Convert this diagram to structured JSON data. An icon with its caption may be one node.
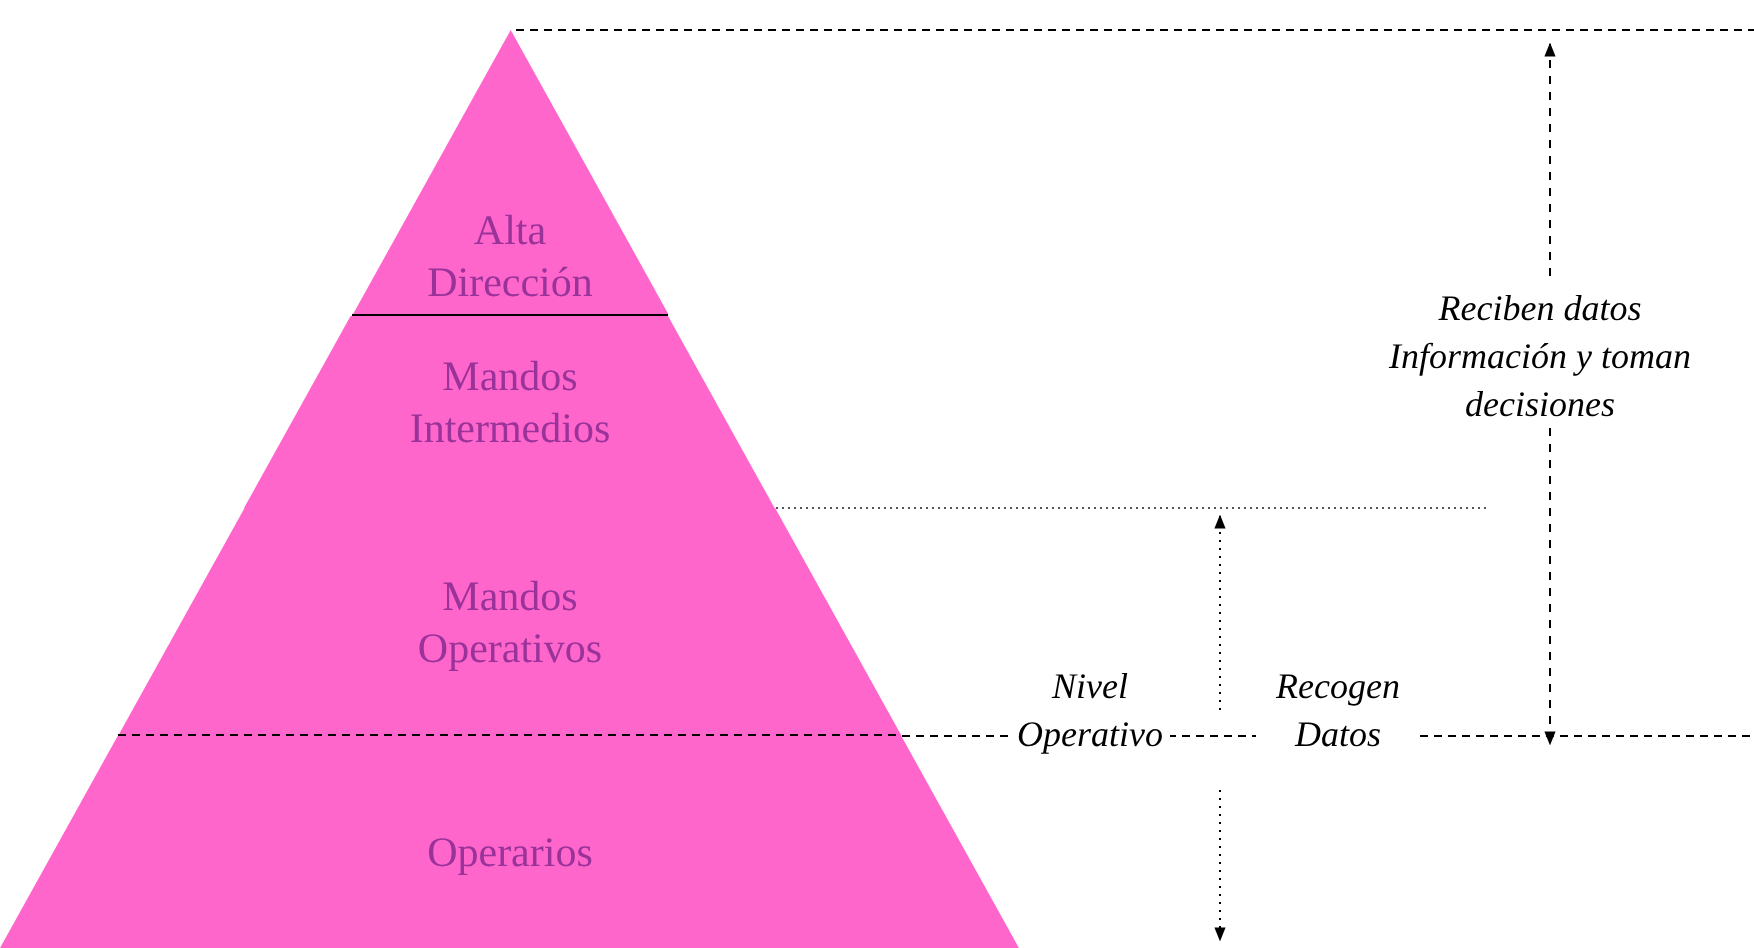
{
  "diagram": {
    "nodes": [
      {
        "text": [
          "Alta Dirección"
        ]
      },
      {
        "text": [
          "Mandos Intermedios"
        ]
      },
      {
        "text": [
          "Mandos Operativos"
        ]
      },
      {
        "text": [
          "Operarios"
        ]
      }
    ],
    "labels": [
      "Reciben datos Información y toman decisiones",
      "Nivel Operativo",
      "Recogen Datos"
    ]
  }
}
